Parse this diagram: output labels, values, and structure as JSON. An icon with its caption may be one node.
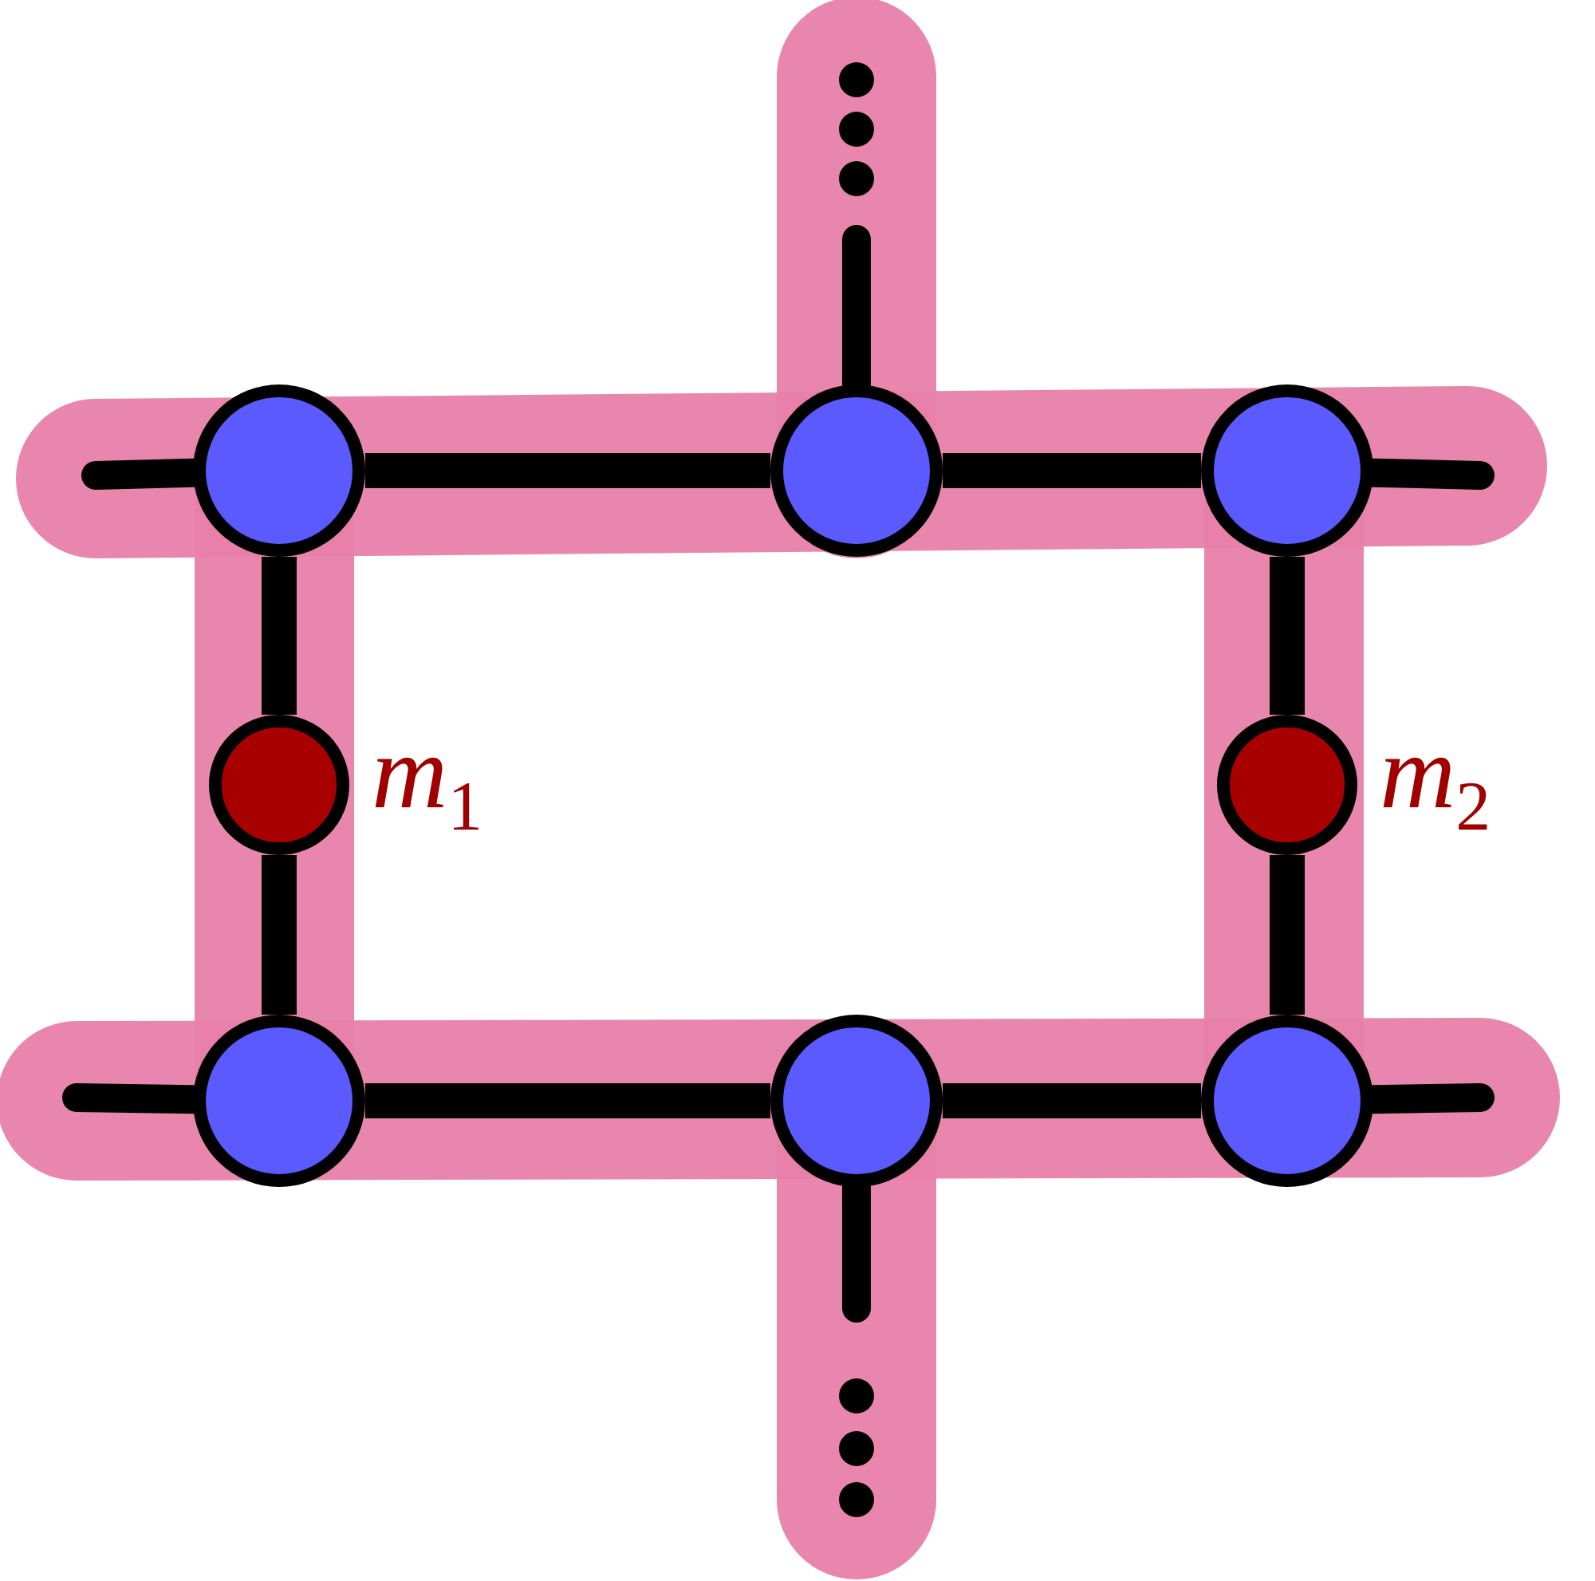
{
  "diagram": {
    "nodes": [
      {
        "text": [],
        "shape": "circle"
      },
      {
        "text": [],
        "shape": "circle"
      },
      {
        "text": [],
        "shape": "circle"
      },
      {
        "text": [],
        "shape": "circle",
        "beside": [
          "m$_{1}$"
        ]
      },
      {
        "text": [],
        "shape": "circle",
        "beside": [
          "m$_{2}$"
        ]
      },
      {
        "text": [],
        "shape": "circle"
      },
      {
        "text": [],
        "shape": "circle"
      },
      {
        "text": [],
        "shape": "circle"
      }
    ],
    "edges": [
      {
        "from": 0,
        "to": null,
        "arrow": "none"
      },
      {
        "from": 0,
        "to": 1,
        "arrow": "none"
      },
      {
        "from": 1,
        "to": null,
        "arrow": "none"
      },
      {
        "from": 1,
        "to": 2,
        "arrow": "none"
      },
      {
        "from": 2,
        "to": null,
        "arrow": "none"
      },
      {
        "from": 0,
        "to": 3,
        "arrow": "none"
      },
      {
        "from": 2,
        "to": 4,
        "arrow": "none"
      },
      {
        "from": 3,
        "to": 5,
        "arrow": "none"
      },
      {
        "from": 4,
        "to": 7,
        "arrow": "none"
      },
      {
        "from": 5,
        "to": null,
        "arrow": "none"
      },
      {
        "from": 5,
        "to": 6,
        "arrow": "none"
      },
      {
        "from": 6,
        "to": 7,
        "arrow": "none"
      },
      {
        "from": 6,
        "to": null,
        "arrow": "none"
      },
      {
        "from": 7,
        "to": null,
        "arrow": "none"
      }
    ]
  }
}
